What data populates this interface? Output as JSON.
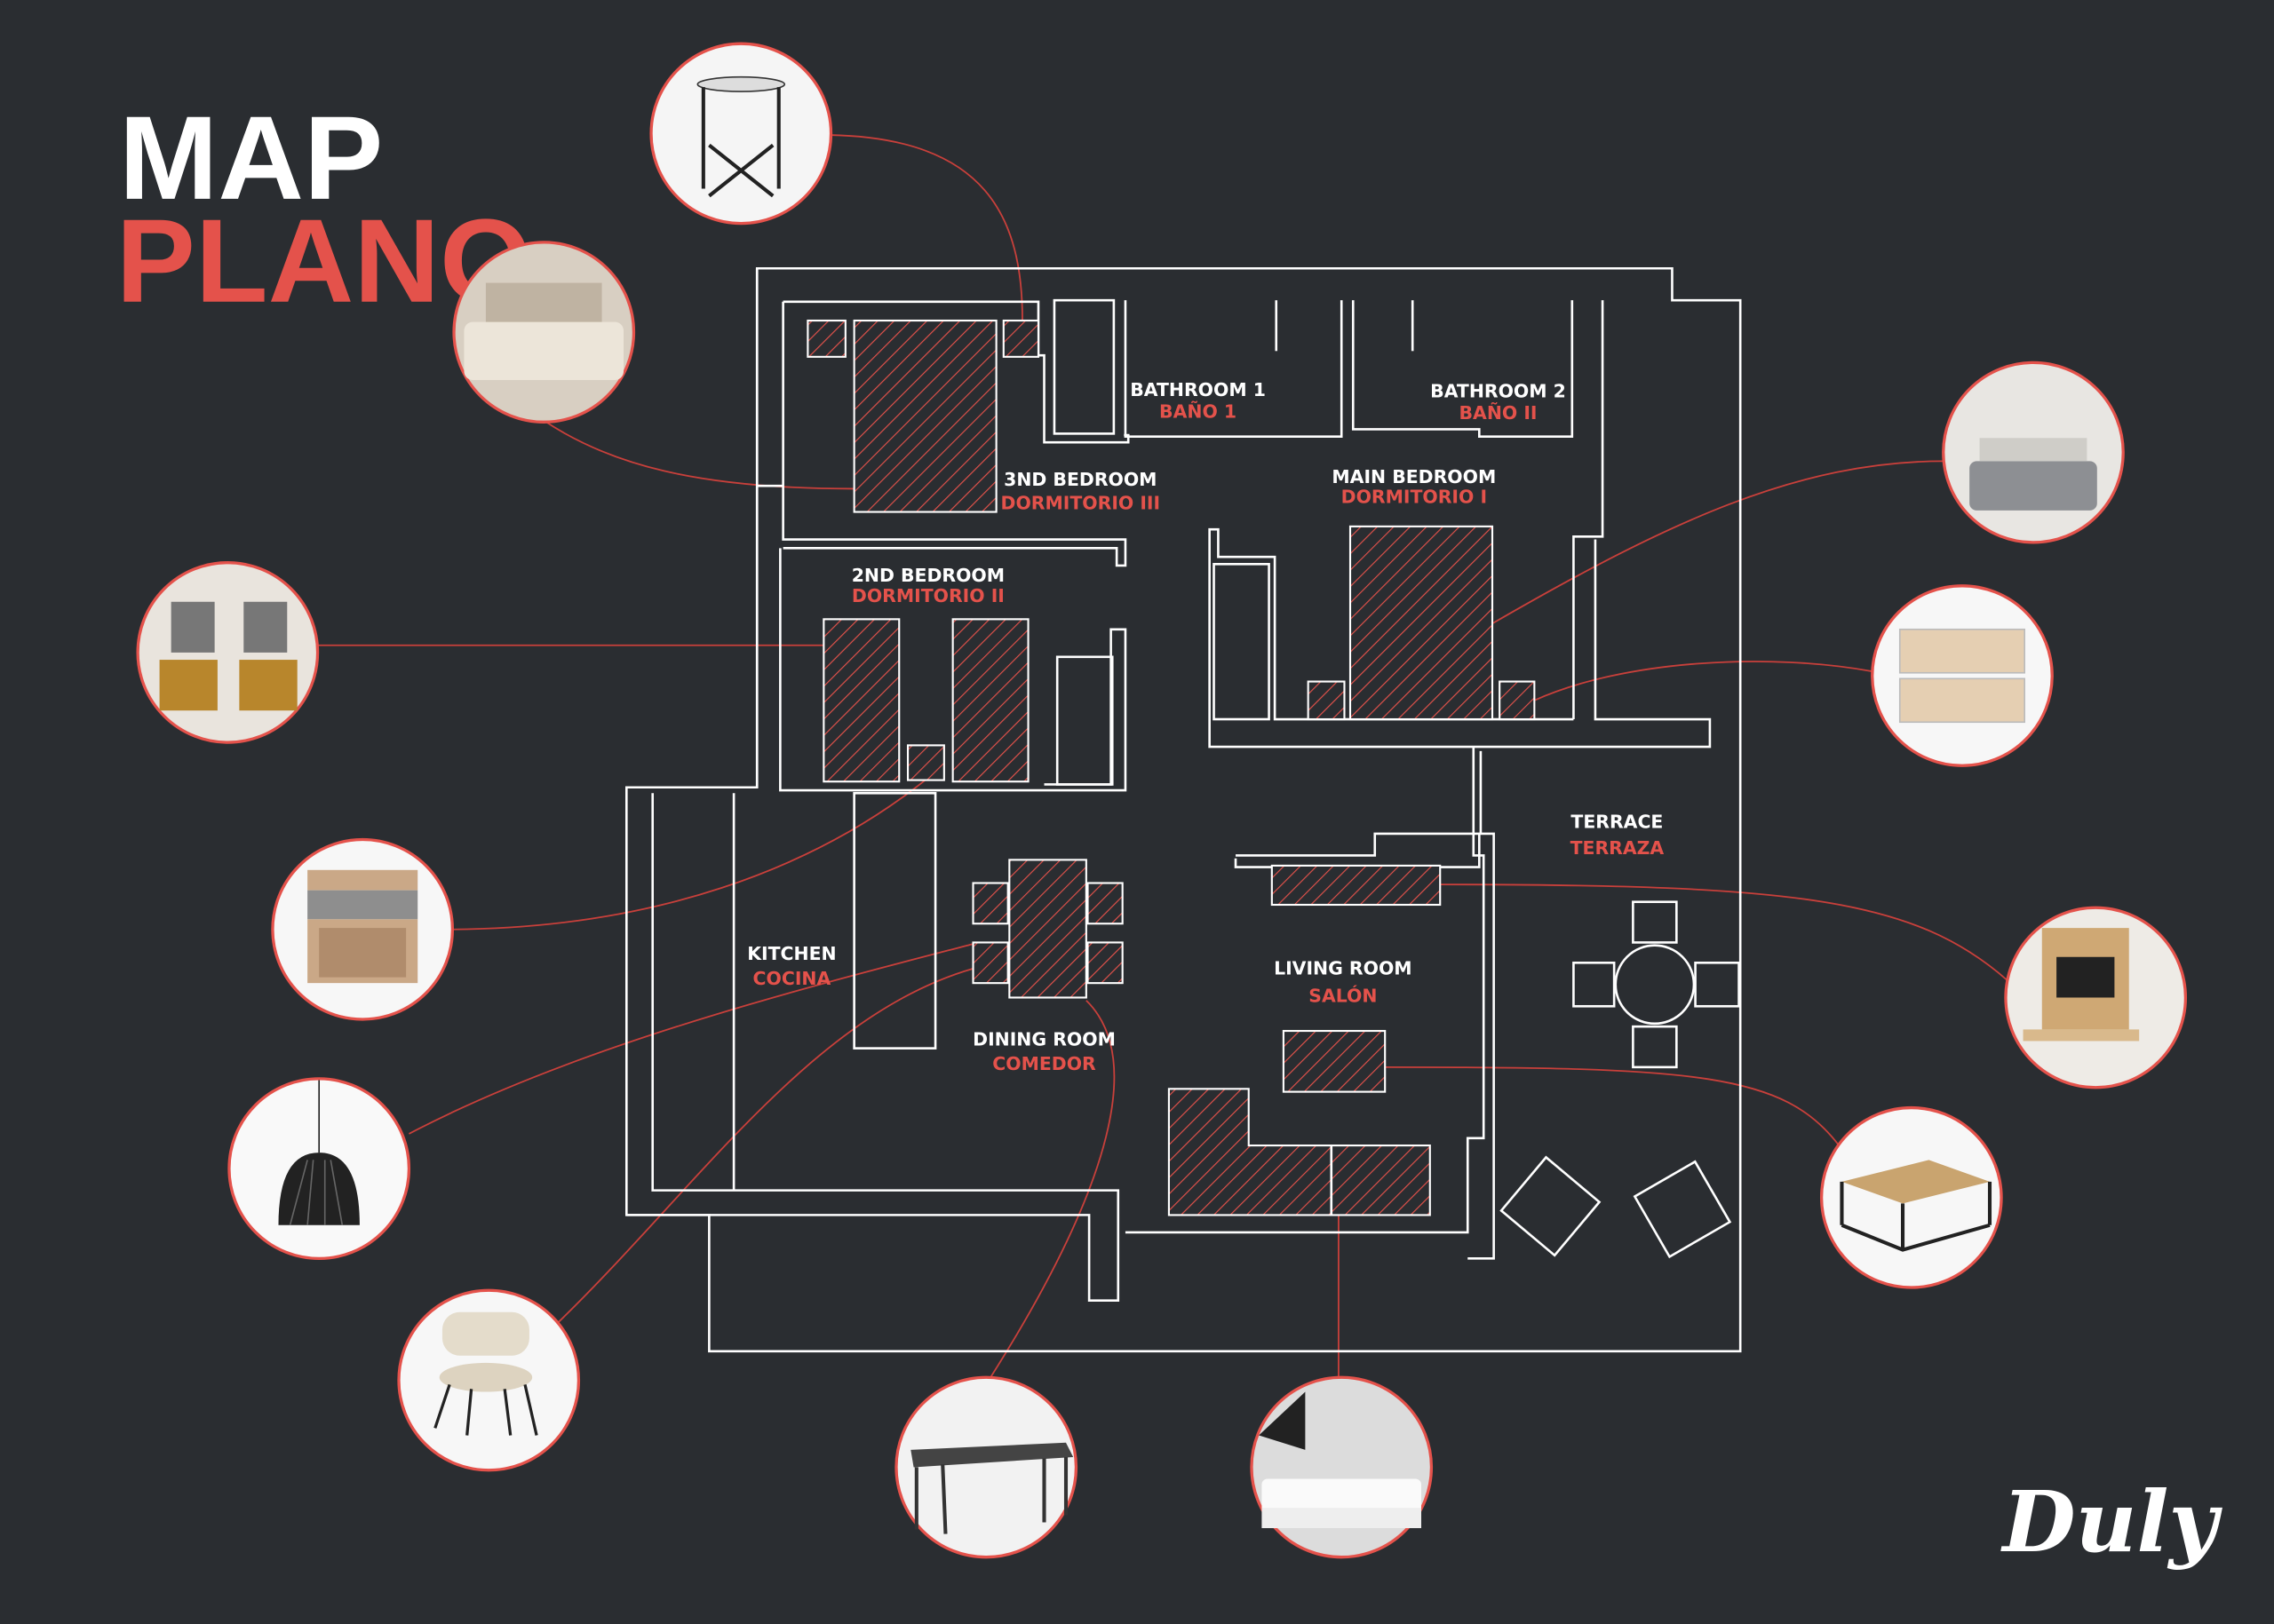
{
  "title": {
    "line1": "MAP",
    "line2": "PLANO"
  },
  "rooms": {
    "bath1": {
      "en": "BATHROOM 1",
      "es": "BAÑO 1"
    },
    "bath2": {
      "en": "BATHROOM 2",
      "es": "BAÑO II"
    },
    "bed3": {
      "en": "3ND BEDROOM",
      "es": "DORMITORIO III"
    },
    "main": {
      "en": "MAIN BEDROOM",
      "es": "DORMITORIO I"
    },
    "bed2": {
      "en": "2ND BEDROOM",
      "es": "DORMITORIO II"
    },
    "terrace": {
      "en": "TERRACE",
      "es": "TERRAZA"
    },
    "kitchen": {
      "en": "KITCHEN",
      "es": "COCINA"
    },
    "living": {
      "en": "LIVING ROOM",
      "es": "SALÓN"
    },
    "dining": {
      "en": "DINING ROOM",
      "es": "COMEDOR"
    }
  },
  "brand": {
    "logo": "Duly"
  },
  "colors": {
    "background": "#2a2d31",
    "accent": "#e4524b",
    "lines": "#ffffff"
  }
}
